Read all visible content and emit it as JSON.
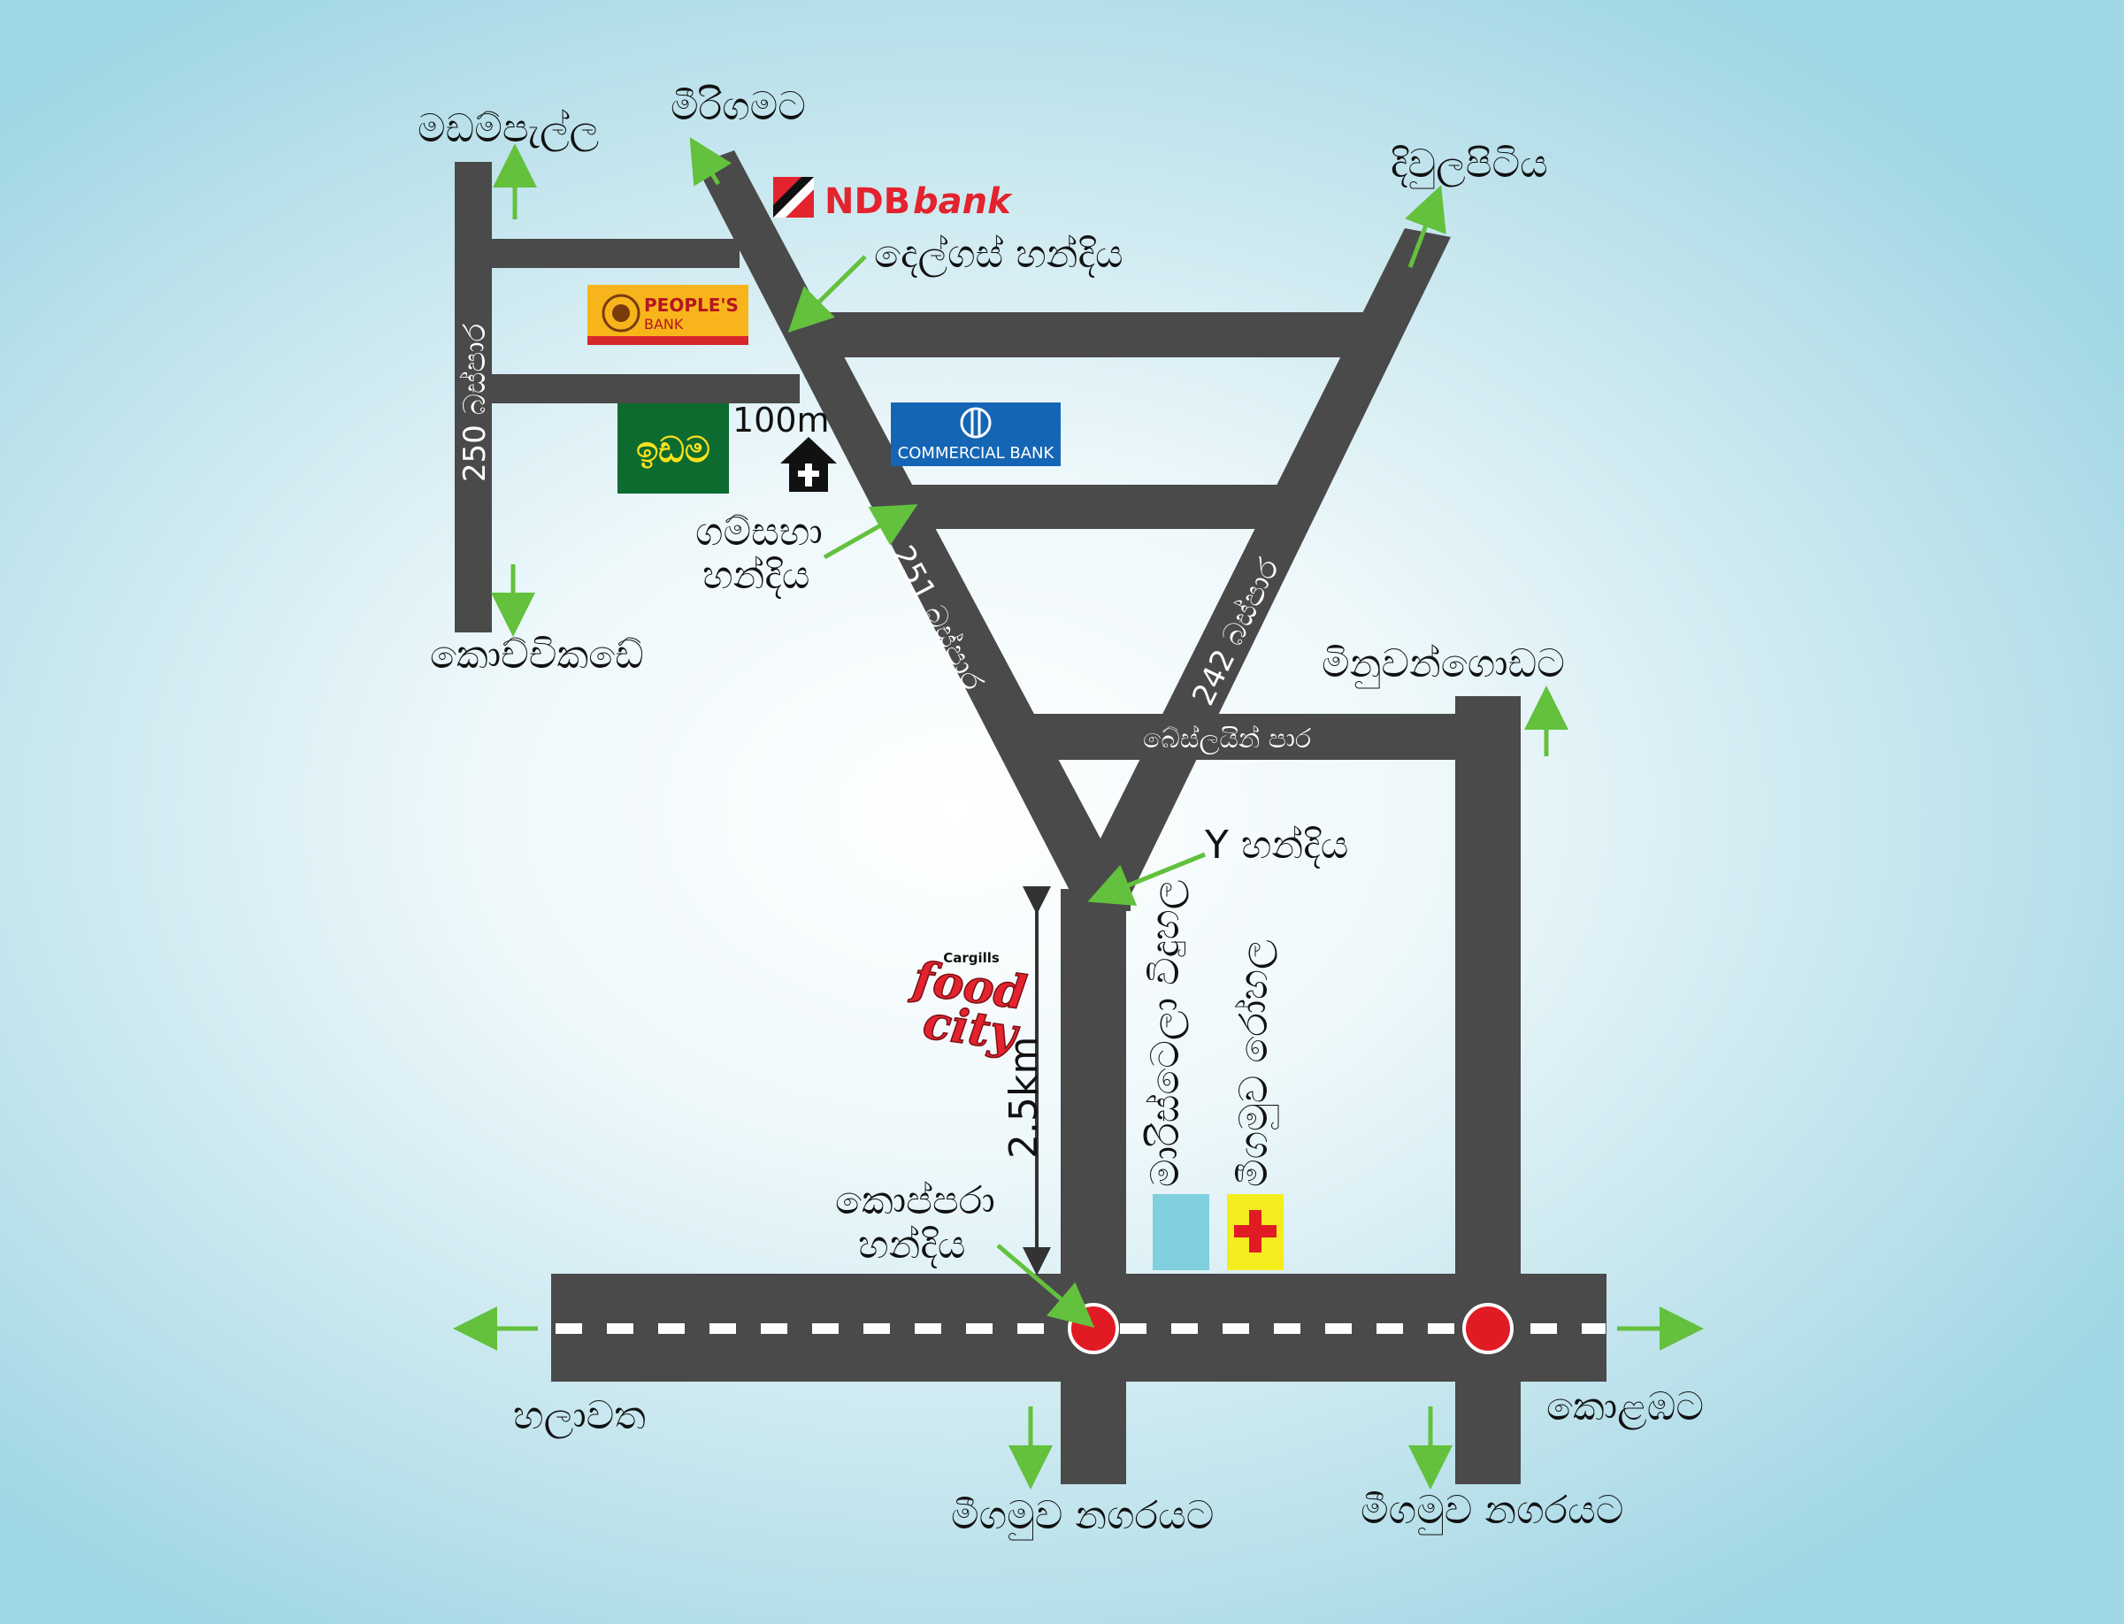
{
  "places": {
    "madampella": "මඩම්පැල්ල",
    "meerigama": "මීරිගමට",
    "divulapitiya": "දිවුලපිටිය",
    "kochchikade": "කොච්චිකඩේ",
    "minuwangoda": "මිනුවන්ගොඩට",
    "halawatha": "හලාවත",
    "colombo": "කොළඹට",
    "negombo_1": "මීගමුව නගරයට",
    "negombo_2": "මීගමුව නගරයට"
  },
  "junctions": {
    "delgas": "දෙල්ගස් හන්දිය",
    "gamsabha_1": "ගම්සභා",
    "gamsabha_2": "හන්දිය",
    "y_junction": "Y හන්දිය",
    "koppara_1": "කොප්පරා",
    "koppara_2": "හන්දිය"
  },
  "roads": {
    "route_250": "250 බස්පාර",
    "route_251": "251 බස්පාර",
    "route_242": "242 බස්පාර",
    "baseline": "බේස්ලයින් පාර"
  },
  "distances": {
    "church_distance": "100m",
    "main_distance": "2.5km"
  },
  "landmarks": {
    "ndb_logo": "NDB",
    "ndb_logo_2": "bank",
    "peoples_1": "PEOPLE'S",
    "peoples_2": "BANK",
    "idama": "ඉඩම",
    "commercial": "COMMERCIAL BANK",
    "cargills_1": "Cargills",
    "cargills_2": "food",
    "cargills_3": "city",
    "maristella": "මාරිස්ටෙලා විදුහල",
    "hospital": "මීගමුව රෝහල"
  },
  "colors": {
    "road": "#4a4a4a",
    "arrow": "#63c13d",
    "junction_marker": "#e01b24",
    "ndb_red": "#e3232e",
    "peoples_yellow": "#f7b51b",
    "idama_green": "#0e6b2f",
    "commercial_blue": "#1565b5",
    "school_blue": "#7fcfdf",
    "hospital_yellow": "#f5ec1e"
  }
}
